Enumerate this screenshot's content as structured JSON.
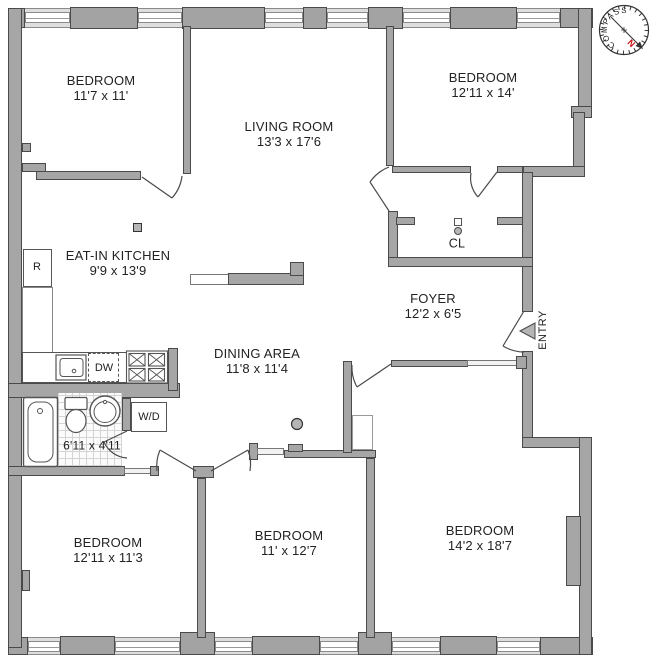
{
  "plan": {
    "rooms": {
      "bedroom_top_left": {
        "name": "BEDROOM",
        "dims": "11'7 x 11'"
      },
      "living_room": {
        "name": "LIVING ROOM",
        "dims": "13'3 x 17'6"
      },
      "bedroom_top_right": {
        "name": "BEDROOM",
        "dims": "12'11 x 14'"
      },
      "eat_in_kitchen": {
        "name": "EAT-IN KITCHEN",
        "dims": "9'9 x 13'9"
      },
      "foyer": {
        "name": "FOYER",
        "dims": "12'2 x 6'5"
      },
      "dining_area": {
        "name": "DINING AREA",
        "dims": "11'8 x 11'4"
      },
      "closet": {
        "name": "CL"
      },
      "bathroom": {
        "dims": "6'11 x 4'11"
      },
      "bedroom_bottom_left": {
        "name": "BEDROOM",
        "dims": "12'11 x 11'3"
      },
      "bedroom_bottom_middle": {
        "name": "BEDROOM",
        "dims": "11' x 12'7"
      },
      "bedroom_bottom_right": {
        "name": "BEDROOM",
        "dims": "14'2 x 18'7"
      }
    },
    "fixtures": {
      "refrigerator": "R",
      "dishwasher": "DW",
      "washer_dryer": "W/D"
    },
    "entry_label": "ENTRY",
    "compass": {
      "label": "COMPASS",
      "north": "N"
    },
    "colors": {
      "wall": "#a6a6a6",
      "wall_border": "#4a4a4a",
      "north": "#cc1111"
    }
  }
}
